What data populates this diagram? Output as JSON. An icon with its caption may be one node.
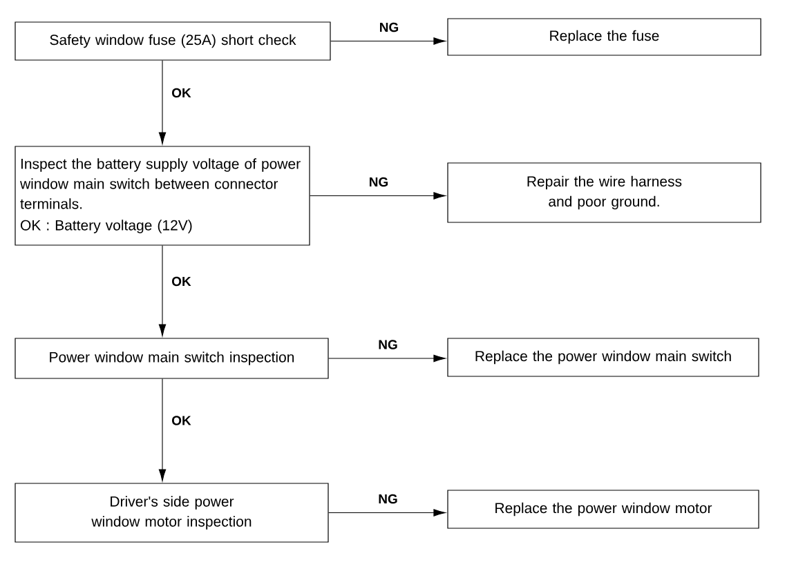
{
  "diagram": {
    "nodes": [
      {
        "text": [
          "Safety window fuse (25A) short check"
        ]
      },
      {
        "text": [
          "Replace the fuse"
        ]
      },
      {
        "text": [
          "Inspect the battery supply voltage of power window main switch between connector terminals.",
          "OK : Battery voltage (12V)"
        ]
      },
      {
        "text": [
          "Repair the wire harness and poor ground."
        ]
      },
      {
        "text": [
          "Power window main switch inspection"
        ]
      },
      {
        "text": [
          "Replace the power window main switch"
        ]
      },
      {
        "text": [
          "Driver's side power window motor inspection"
        ]
      },
      {
        "text": [
          "Replace the power window motor"
        ]
      }
    ],
    "edges": [
      {
        "from": 0,
        "to": 1,
        "arrow": "to",
        "label": "NG"
      },
      {
        "from": 0,
        "to": 2,
        "arrow": "to",
        "label": "OK"
      },
      {
        "from": 2,
        "to": 3,
        "arrow": "to",
        "label": "NG"
      },
      {
        "from": 2,
        "to": 4,
        "arrow": "to",
        "label": "OK"
      },
      {
        "from": 4,
        "to": 5,
        "arrow": "to",
        "label": "NG"
      },
      {
        "from": 4,
        "to": 6,
        "arrow": "to",
        "label": "OK"
      },
      {
        "from": 6,
        "to": 7,
        "arrow": "to",
        "label": "NG"
      }
    ]
  }
}
